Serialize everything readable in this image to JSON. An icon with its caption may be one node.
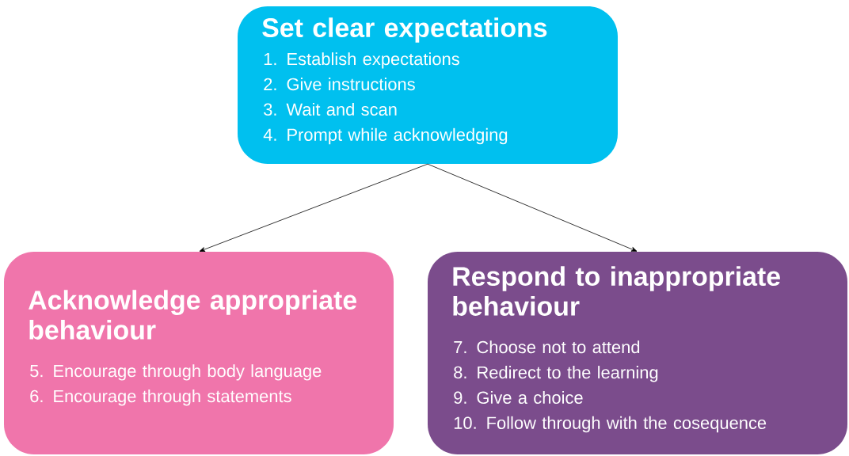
{
  "diagram": {
    "nodes": [
      {
        "text": [
          "Set clear expectations",
          "1. Establish expectations",
          "2. Give instructions",
          "3. Wait and scan",
          "4. Prompt while acknowledging"
        ]
      },
      {
        "text": [
          "Acknowledge appropriate behaviour",
          "5. Encourage through body language",
          "6. Encourage through statements"
        ]
      },
      {
        "text": [
          "Respond to inappropriate behaviour",
          "7. Choose not to attend",
          "8. Redirect to the learning",
          "9. Give a choice",
          "10. Follow through with the cosequence"
        ]
      }
    ],
    "edges": [
      {
        "from": 0,
        "to": 1,
        "arrow": "to"
      },
      {
        "from": 0,
        "to": 2,
        "arrow": "to"
      }
    ]
  }
}
